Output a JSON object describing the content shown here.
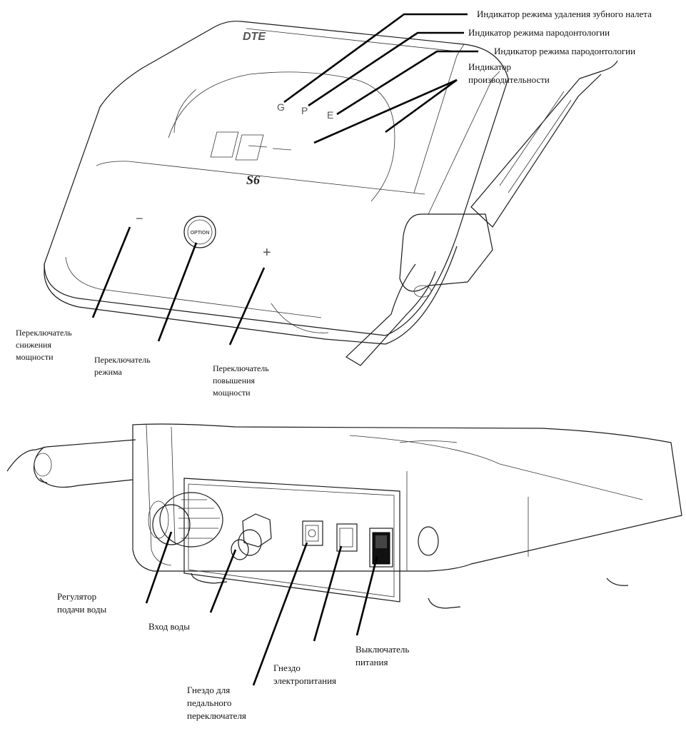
{
  "top_view": {
    "brand": "DTE",
    "model": "S6",
    "button_text": "OPTION",
    "display_letters": {
      "g": "G",
      "p": "P",
      "e": "E"
    },
    "minus_symbol": "−",
    "plus_symbol": "+",
    "labels": {
      "plaque_mode": "Индикатор режима удаления зубного налета",
      "perio_mode_1": "Индикатор режима пародонтологии",
      "perio_mode_2": "Индикатор режима пародонтологии",
      "performance": [
        "Индикатор",
        "производительности"
      ],
      "power_down": [
        "Переключатель",
        "снижения",
        "мощности"
      ],
      "mode": [
        "Переключатель",
        "режима"
      ],
      "power_up": [
        "Переключатель",
        "повышения",
        "мощности"
      ]
    }
  },
  "rear_view": {
    "labels": {
      "water_regulator": [
        "Регулятор",
        "подачи воды"
      ],
      "water_inlet": [
        "Вход воды"
      ],
      "foot_socket": [
        "Гнездо для",
        "педального",
        "переключателя"
      ],
      "power_socket": [
        "Гнездо",
        "электропитания"
      ],
      "power_switch": [
        "Выключатель",
        "питания"
      ]
    }
  }
}
